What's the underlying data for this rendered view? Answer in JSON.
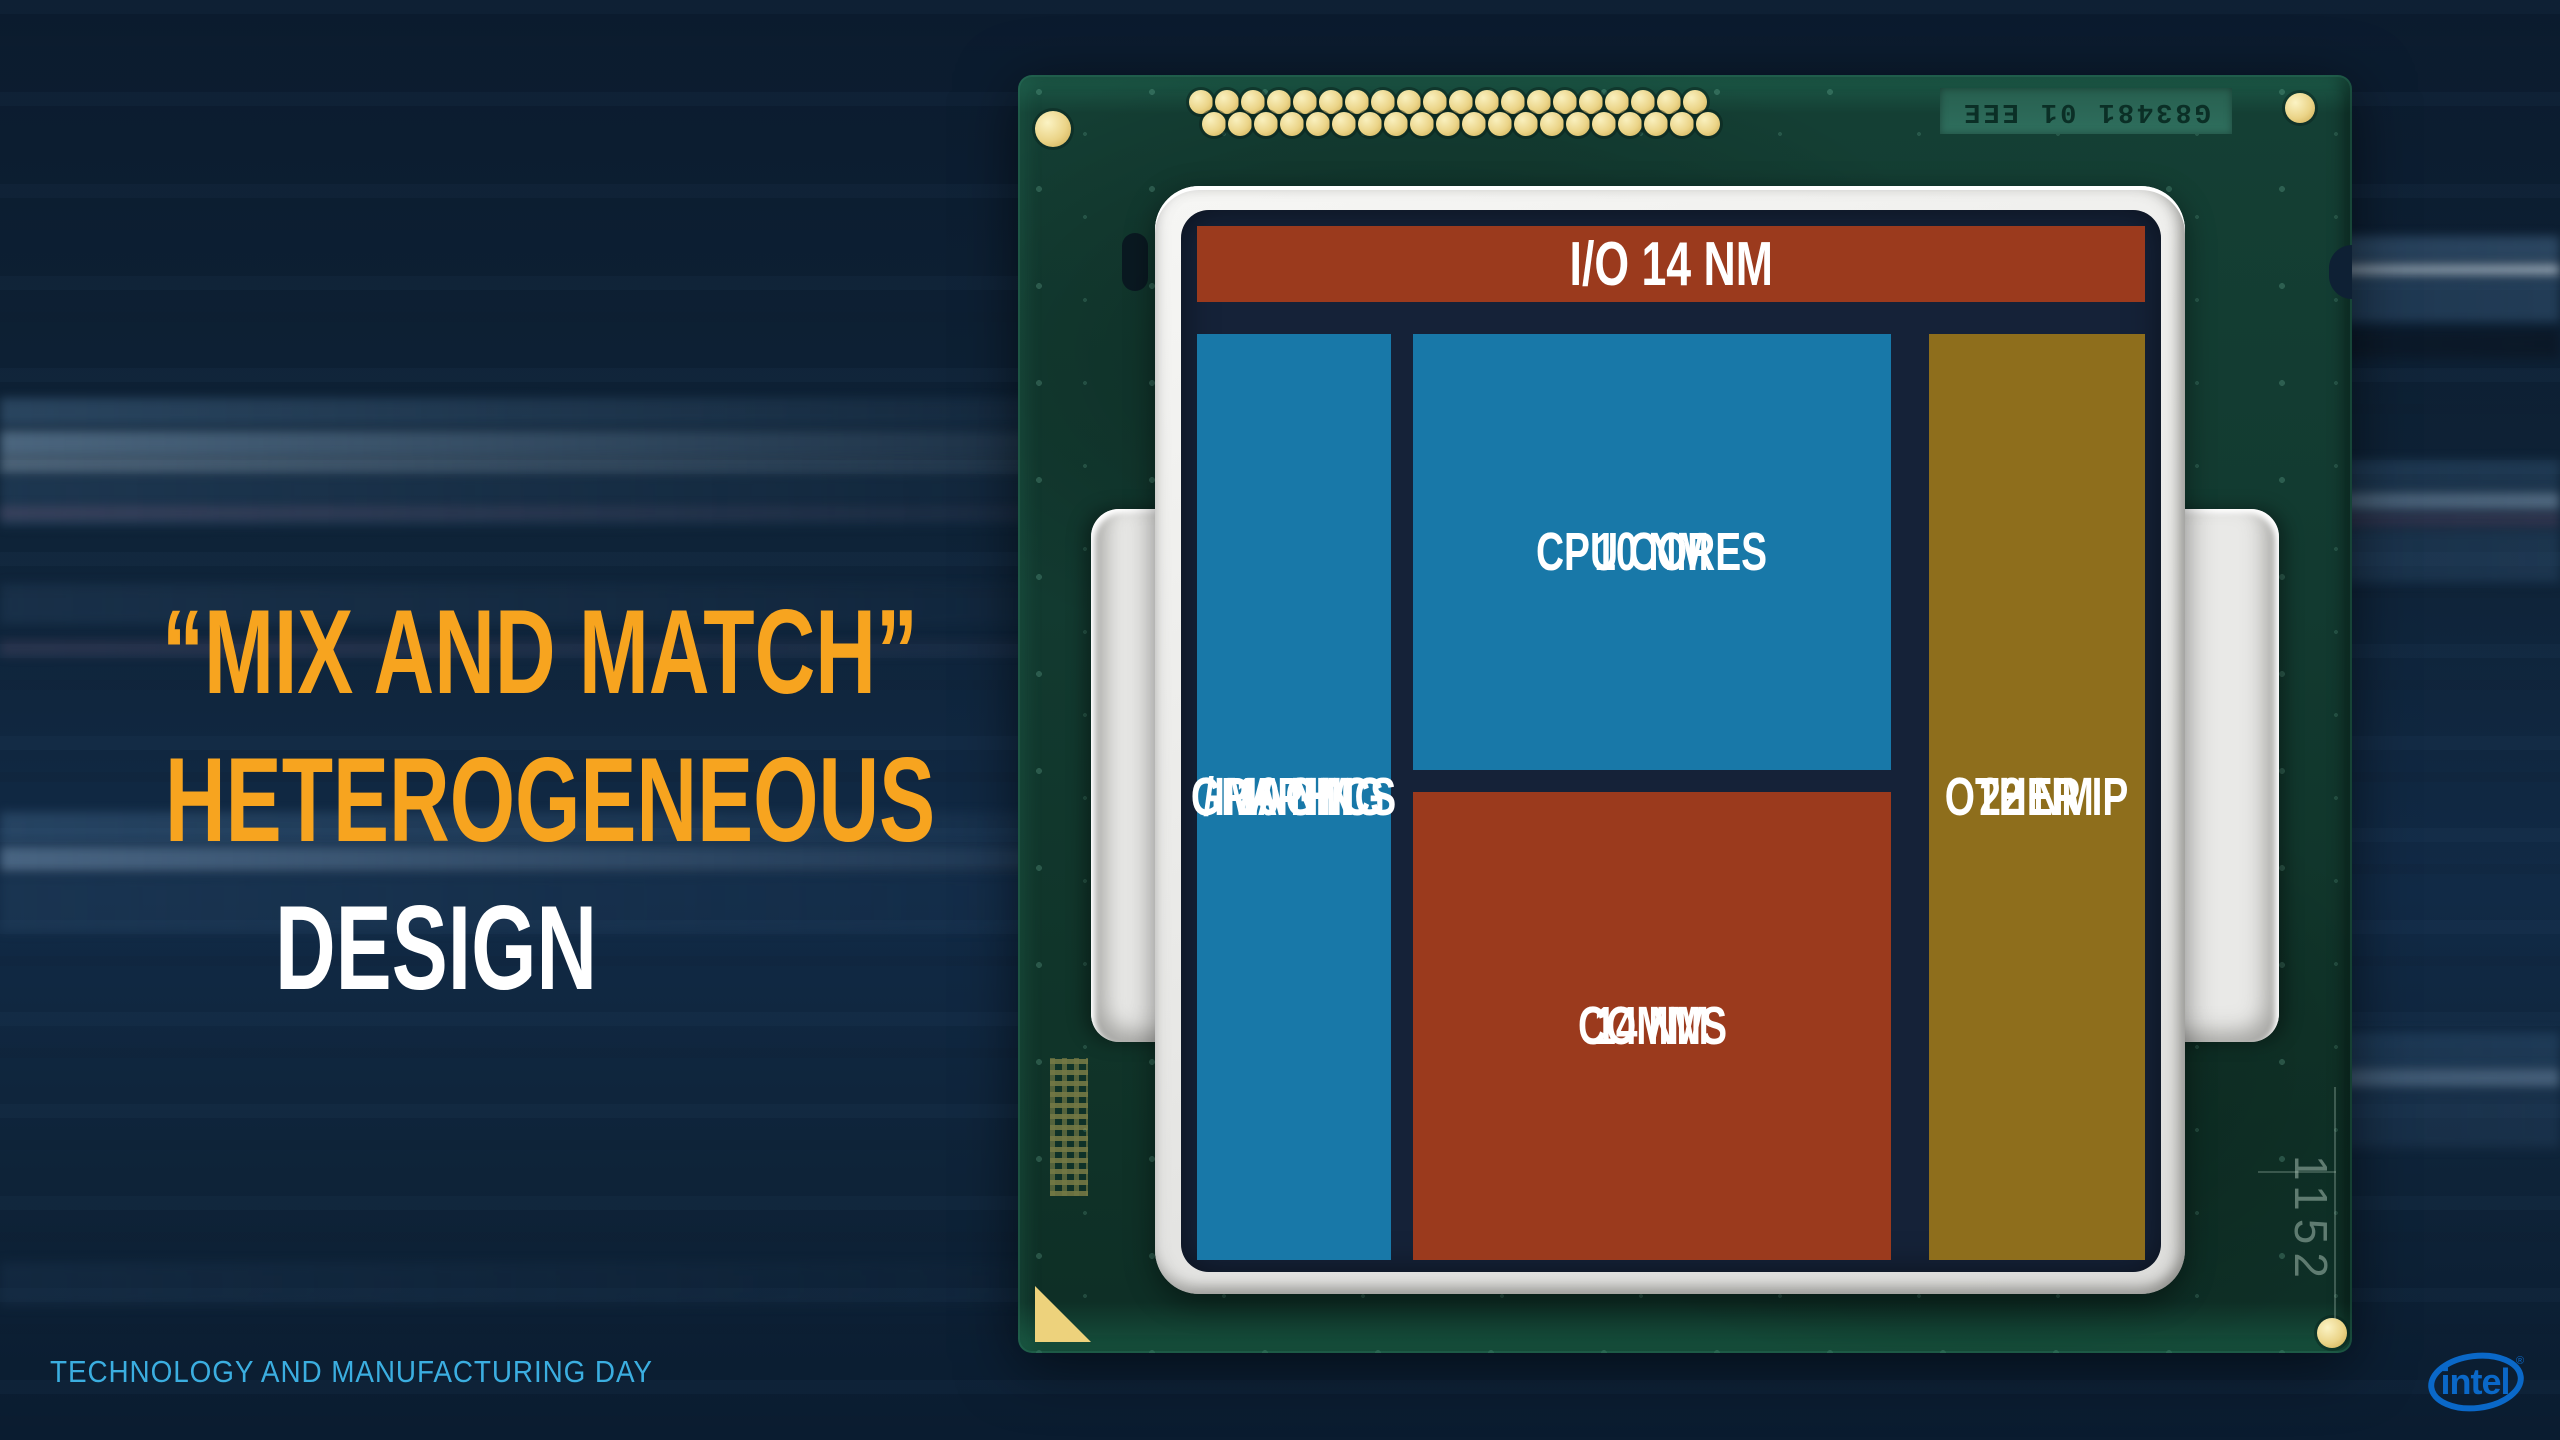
{
  "title": {
    "line1": "“MIX AND MATCH”",
    "line2": "HETEROGENEOUS",
    "line3": "DESIGN"
  },
  "footer": {
    "label": "TECHNOLOGY AND MANUFACTURING DAY"
  },
  "brand": {
    "name": "intel",
    "registered": "®"
  },
  "chip": {
    "package_code": "G83481 01 EEE",
    "socket_marking": "1152",
    "blocks": {
      "io": {
        "label": "I/O 14 NM",
        "color": "#9B3A1D"
      },
      "graphics": {
        "line1": "GRAPHICS",
        "line2": "/IMAGING",
        "line3": "10 NM",
        "color": "#1878A8"
      },
      "cpu": {
        "line1": "CPU CORES",
        "line2": "10 NM",
        "color": "#1878A8"
      },
      "comms": {
        "line1": "COMMS",
        "line2": "14 NM",
        "color": "#9B3A1D"
      },
      "other": {
        "line1": "OTHER IP",
        "line2": "22 NM",
        "color": "#8E6E1C"
      }
    }
  },
  "colors": {
    "title_accent": "#F7A41F",
    "title_white": "#FFFFFF",
    "footer_blue": "#3BAEE0",
    "intel_blue": "#0A68C8",
    "pcb_green": "#123A30",
    "die_navy": "#152238",
    "gold": "#EBD488"
  }
}
